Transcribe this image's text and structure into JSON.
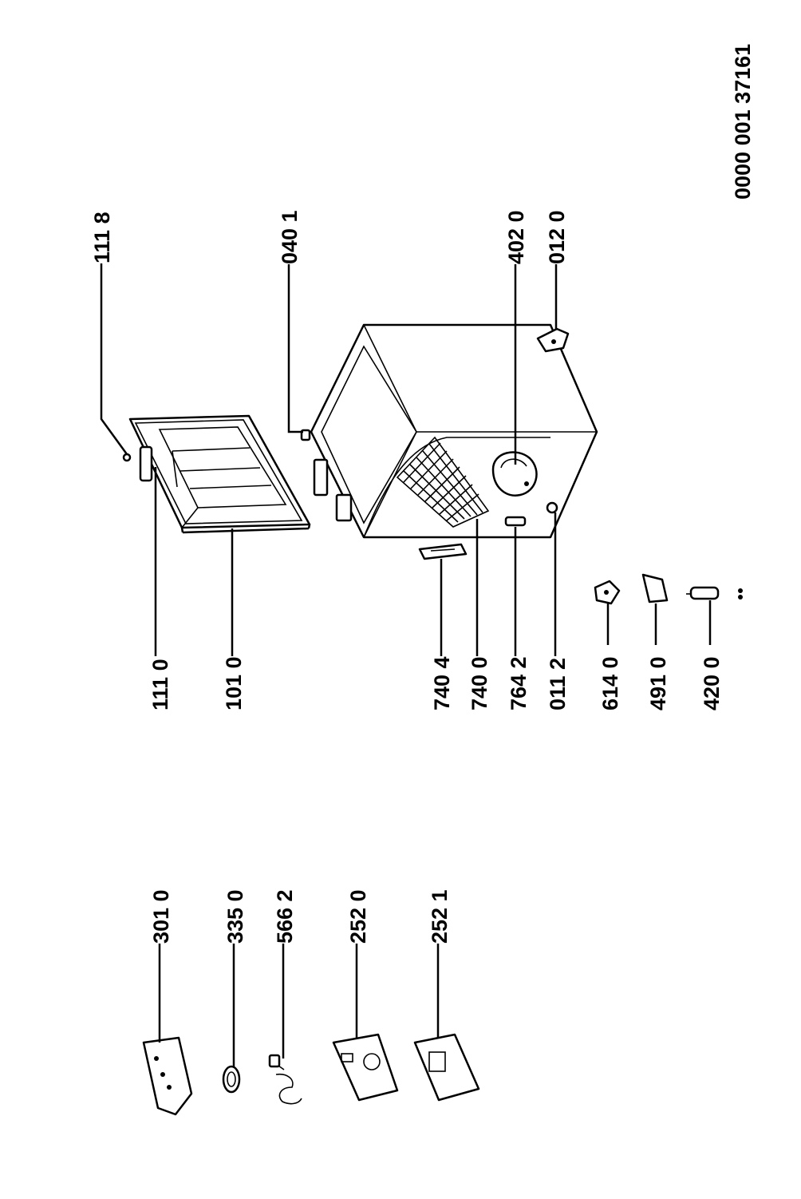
{
  "drawing_number": "0000 001 37161",
  "part_numbers": {
    "p1118": "111 8",
    "p1110": "111 0",
    "p1010": "101 0",
    "p0401": "040 1",
    "p4020": "402 0",
    "p0120": "012 0",
    "p7404": "740 4",
    "p7400": "740 0",
    "p7642": "764 2",
    "p0112": "011 2",
    "p6140": "614 0",
    "p4910": "491 0",
    "p4200": "420 0",
    "p3010": "301 0",
    "p3350": "335 0",
    "p5662": "566 2",
    "p2520": "252 0",
    "p2521": "252 1"
  }
}
